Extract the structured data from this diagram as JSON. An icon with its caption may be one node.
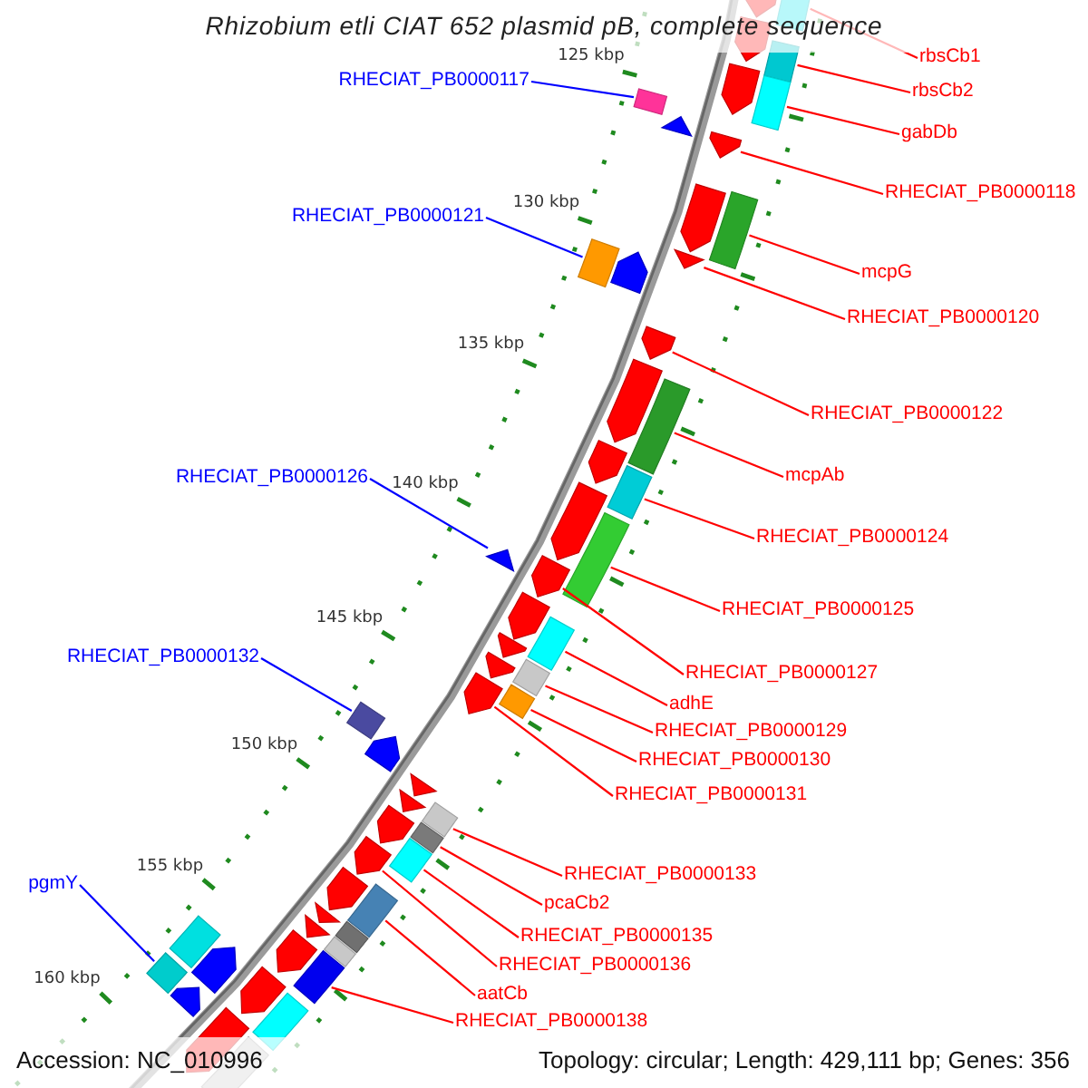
{
  "diagram": {
    "title": "Rhizobium etli CIAT 652 plasmid pB, complete sequence",
    "nodes": [
      {
        "text": [
          "rbsCb1"
        ]
      },
      {
        "text": [
          "RHECIAT_PB0000117"
        ]
      },
      {
        "text": [
          "rbsCb2"
        ]
      },
      {
        "text": [
          "gabDb"
        ]
      },
      {
        "text": [
          "RHECIAT_PB0000118"
        ]
      },
      {
        "text": [
          "RHECIAT_PB0000121"
        ]
      },
      {
        "text": [
          "mcpG"
        ]
      },
      {
        "text": [
          "RHECIAT_PB0000120"
        ]
      },
      {
        "text": [
          "RHECIAT_PB0000122"
        ]
      },
      {
        "text": [
          "mcpAb"
        ]
      },
      {
        "text": [
          "RHECIAT_PB0000126"
        ]
      },
      {
        "text": [
          "RHECIAT_PB0000124"
        ]
      },
      {
        "text": [
          "RHECIAT_PB0000125"
        ]
      },
      {
        "text": [
          "RHECIAT_PB0000132"
        ]
      },
      {
        "text": [
          "RHECIAT_PB0000127"
        ]
      },
      {
        "text": [
          "adhE"
        ]
      },
      {
        "text": [
          "RHECIAT_PB0000129"
        ]
      },
      {
        "text": [
          "RHECIAT_PB0000130"
        ]
      },
      {
        "text": [
          "RHECIAT_PB0000131"
        ]
      },
      {
        "text": [
          "RHECIAT_PB0000133"
        ]
      },
      {
        "text": [
          "pgmY"
        ]
      },
      {
        "text": [
          "pcaCb2"
        ]
      },
      {
        "text": [
          "RHECIAT_PB0000135"
        ]
      },
      {
        "text": [
          "RHECIAT_PB0000136"
        ]
      },
      {
        "text": [
          "aatCb"
        ]
      },
      {
        "text": [
          "RHECIAT_PB0000138"
        ]
      },
      {
        "text": [],
        "shape": "arrow"
      },
      {
        "text": [],
        "shape": "arrow"
      },
      {
        "text": [],
        "shape": "arrow"
      },
      {
        "text": [],
        "shape": "arrow"
      },
      {
        "text": [],
        "shape": "arrow"
      },
      {
        "text": [],
        "shape": "arrow"
      },
      {
        "text": [],
        "shape": "arrow"
      },
      {
        "text": [],
        "shape": "arrow"
      },
      {
        "text": [],
        "shape": "arrow"
      },
      {
        "text": [],
        "shape": "arrow"
      },
      {
        "text": [],
        "shape": "arrow"
      },
      {
        "text": [],
        "shape": "arrow"
      },
      {
        "text": [],
        "shape": "arrow"
      },
      {
        "text": [],
        "shape": "arrow"
      },
      {
        "text": [],
        "shape": "arrow"
      },
      {
        "text": [],
        "shape": "arrow"
      },
      {
        "text": [],
        "shape": "arrow"
      },
      {
        "text": [],
        "shape": "arrow"
      },
      {
        "text": [],
        "shape": "arrow"
      },
      {
        "text": [],
        "shape": "arrow"
      },
      {
        "text": [],
        "shape": "arrow"
      },
      {
        "text": [],
        "shape": "arrow"
      },
      {
        "text": [],
        "shape": "arrow"
      },
      {
        "text": [],
        "shape": "arrow"
      },
      {
        "text": [],
        "shape": "arrow"
      },
      {
        "text": [],
        "shape": "arrow"
      },
      {
        "text": [],
        "shape": "arrow"
      },
      {
        "text": [],
        "shape": "arrow"
      },
      {
        "text": [],
        "shape": "arrow"
      },
      {
        "text": [],
        "shape": "arrow"
      },
      {
        "text": [],
        "shape": "arrow"
      }
    ],
    "edges": [
      {
        "from": 0,
        "to": 26,
        "arrow": "none"
      },
      {
        "from": 1,
        "to": 29,
        "arrow": "none",
        "color": "#0000ff"
      },
      {
        "from": 2,
        "to": 27,
        "arrow": "none"
      },
      {
        "from": 3,
        "to": 28,
        "arrow": "none"
      },
      {
        "from": 4,
        "to": 30,
        "arrow": "none"
      },
      {
        "from": 5,
        "to": 33,
        "arrow": "none",
        "color": "#0000ff"
      },
      {
        "from": 6,
        "to": 31,
        "arrow": "none"
      },
      {
        "from": 7,
        "to": 32,
        "arrow": "none"
      },
      {
        "from": 8,
        "to": 34,
        "arrow": "none"
      },
      {
        "from": 9,
        "to": 35,
        "arrow": "none"
      },
      {
        "from": 10,
        "to": 39,
        "arrow": "none",
        "color": "#0000ff"
      },
      {
        "from": 11,
        "to": 36,
        "arrow": "none"
      },
      {
        "from": 12,
        "to": 37,
        "arrow": "none"
      },
      {
        "from": 13,
        "to": 44,
        "arrow": "none",
        "color": "#0000ff"
      },
      {
        "from": 14,
        "to": 38,
        "arrow": "none"
      },
      {
        "from": 15,
        "to": 40,
        "arrow": "none"
      },
      {
        "from": 16,
        "to": 41,
        "arrow": "none"
      },
      {
        "from": 17,
        "to": 42,
        "arrow": "none"
      },
      {
        "from": 18,
        "to": 43,
        "arrow": "none"
      },
      {
        "from": 19,
        "to": 45,
        "arrow": "none"
      },
      {
        "from": 20,
        "to": 55,
        "arrow": "none",
        "color": "#0000ff"
      },
      {
        "from": 21,
        "to": 46,
        "arrow": "none"
      },
      {
        "from": 22,
        "to": 47,
        "arrow": "none"
      },
      {
        "from": 23,
        "to": 48,
        "arrow": "none"
      },
      {
        "from": 24,
        "to": 49,
        "arrow": "none"
      },
      {
        "from": 25,
        "to": 52,
        "arrow": "none"
      }
    ],
    "labels": [
      "125 kbp",
      "130 kbp",
      "135 kbp",
      "140 kbp",
      "145 kbp",
      "150 kbp",
      "155 kbp",
      "160 kbp",
      "Accession: NC_010996",
      "Topology: circular; Length: 429,111 bp; Genes: 356"
    ]
  }
}
